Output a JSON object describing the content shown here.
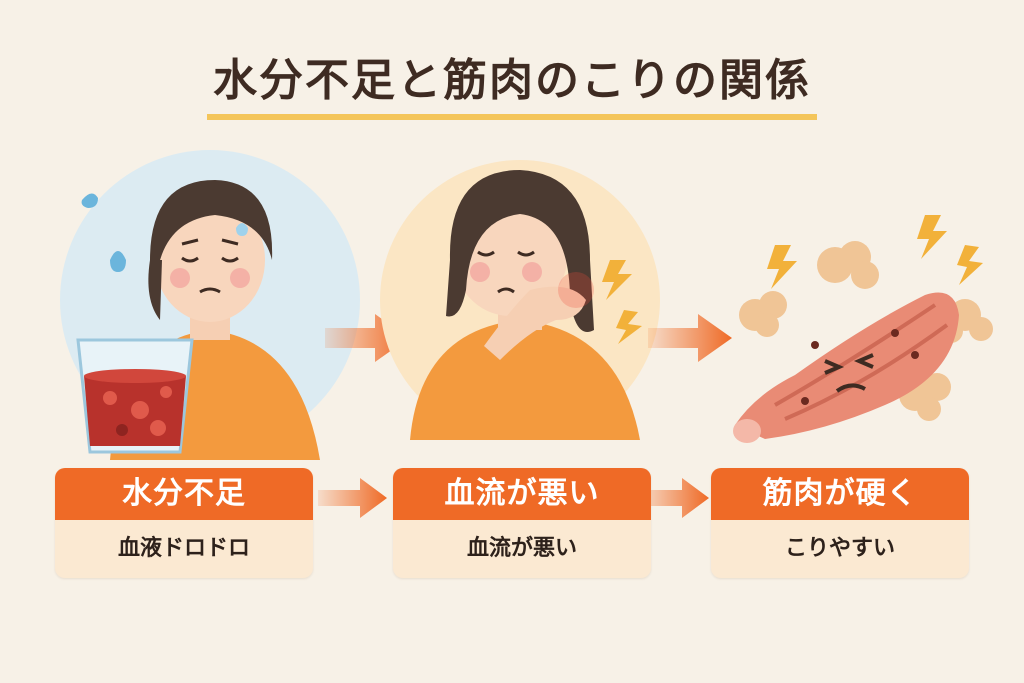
{
  "title": "水分不足と筋肉のこりの関係",
  "steps": [
    {
      "heading": "水分不足",
      "detail": "血液ドロドロ"
    },
    {
      "heading": "血流が悪い",
      "detail": "血流が悪い"
    },
    {
      "heading": "筋肉が硬く",
      "detail": "こりやすい"
    }
  ],
  "colors": {
    "accent": "#ef6a26",
    "card_bg": "#fbe9d2",
    "title_underline": "#f4c55a",
    "background": "#f7f1e7"
  },
  "icons": [
    "sweat-drop-icon",
    "lightning-icon",
    "flow-arrow-icon"
  ]
}
